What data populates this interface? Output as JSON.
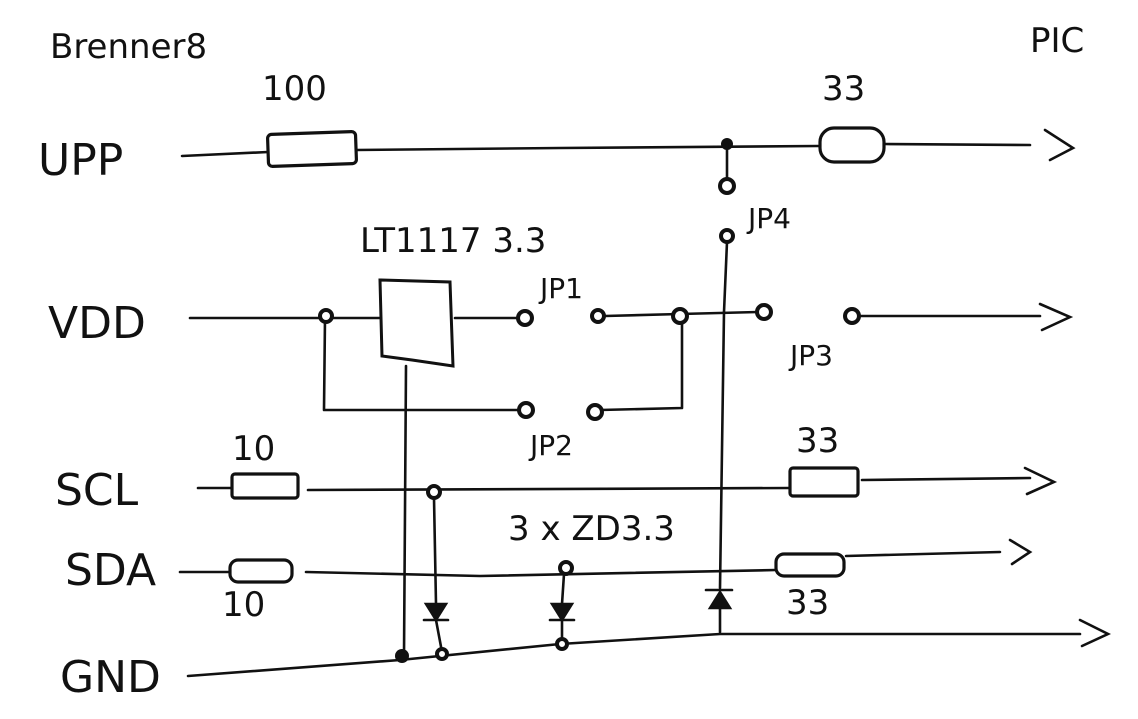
{
  "header": {
    "left": "Brenner8",
    "right": "PIC"
  },
  "signals": {
    "upp": "UPP",
    "vdd": "VDD",
    "scl": "SCL",
    "sda": "SDA",
    "gnd": "GND"
  },
  "components": {
    "r_upp_in": "100",
    "r_upp_out": "33",
    "regulator": "LT1117 3.3",
    "r_scl_in": "10",
    "r_scl_out": "33",
    "r_sda_in": "10",
    "r_sda_out": "33",
    "zener": "3 x ZD3.3"
  },
  "jumpers": {
    "jp1": "JP1",
    "jp2": "JP2",
    "jp3": "JP3",
    "jp4": "JP4"
  }
}
